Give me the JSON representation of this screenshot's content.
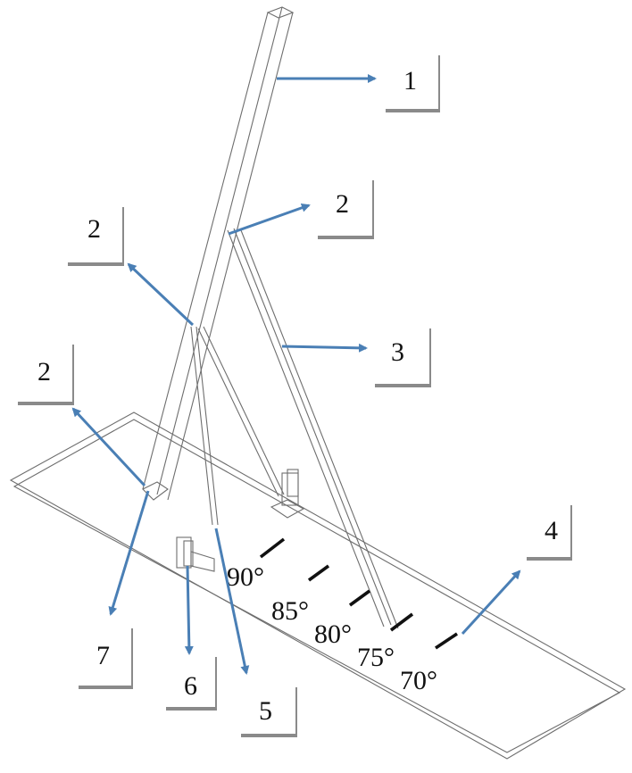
{
  "labels": {
    "l1": "1",
    "l2a": "2",
    "l2b": "2",
    "l2c": "2",
    "l3": "3",
    "l4": "4",
    "l5": "5",
    "l6": "6",
    "l7": "7"
  },
  "angles": {
    "a90": "90°",
    "a85": "85°",
    "a80": "80°",
    "a75": "75°",
    "a70": "70°"
  },
  "colors": {
    "arrow": "#4a7fb5",
    "line": "#6e6e6e",
    "callout": "#8a8a8a",
    "text": "#111111"
  }
}
